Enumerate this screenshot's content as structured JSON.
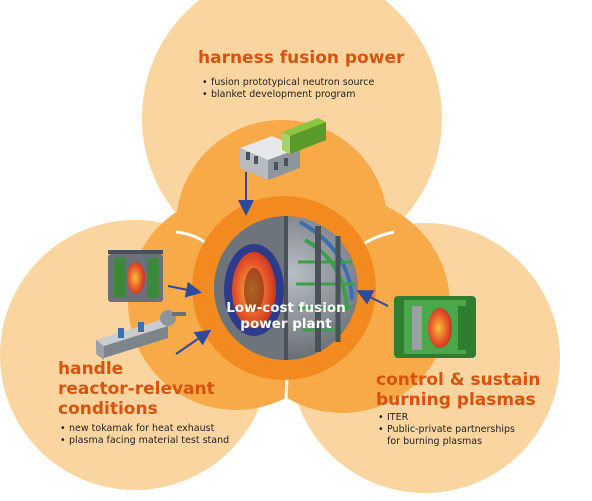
{
  "center": {
    "line1": "Low-cost fusion",
    "line2": "power plant"
  },
  "top": {
    "title": "harness fusion power",
    "bullets": [
      "fusion prototypical neutron source",
      "blanket development program"
    ]
  },
  "left": {
    "title_lines": [
      "handle",
      "reactor-relevant",
      "conditions"
    ],
    "bullets": [
      "new tokamak for heat exhaust",
      "plasma facing material test stand"
    ]
  },
  "right": {
    "title_lines": [
      "control & sustain",
      "burning plasmas"
    ],
    "bullets": [
      "ITER",
      "Public-private partnerships",
      "for burning plasmas"
    ]
  },
  "colors": {
    "outer_lobe": "#fbd59f",
    "inner_lobe": "#f8a948",
    "ring": "#f28a1f",
    "title": "#d9530f",
    "arrow": "#2e4a9c",
    "reactor_metal": "#8d949b",
    "plasma": "#e8562a"
  }
}
